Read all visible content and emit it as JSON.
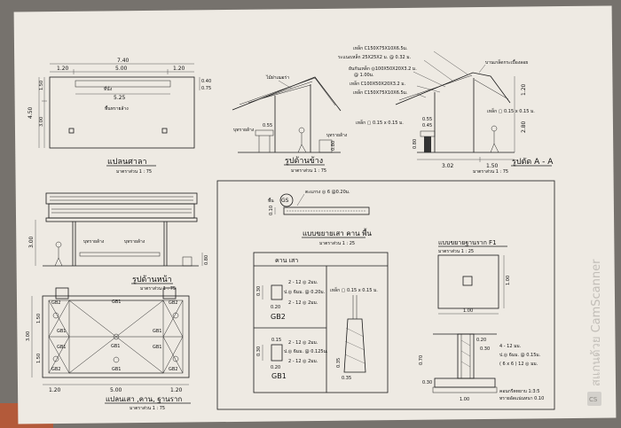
{
  "plan_hall": {
    "title": "แปลนศาลา",
    "scale": "มาตราส่วน      1 : 75",
    "dim_total": "7.40",
    "dim_left": "1.20",
    "dim_mid": "5.00",
    "dim_right": "1.20",
    "dim_bench": "5.25",
    "label_bench": "ที่นั่ง",
    "label_floor": "พื้นทรายล้าง",
    "dim_height": "4.50",
    "dim_height_a": "1.50",
    "dim_height_b": "3.00",
    "dim_r1": "0.40",
    "dim_r2": "0.75"
  },
  "side_elev": {
    "title": "รูปด้านข้าง",
    "scale": "มาตราส่วน      1 : 75",
    "label_roof": "ไม้ฝาเฌอร่า",
    "label_seat": "บุทรายล้าง",
    "label_seat2": "บุทรายล้าง",
    "dim_055": "0.55",
    "dim_080": "0.80"
  },
  "section_aa": {
    "title": "รูปตัด  A - A",
    "scale": "มาตราส่วน      1 : 75",
    "note1": "เหล็ก C150X75X10X6.5ม.",
    "note2": "ระแนงเหล็ก 25X25X2 ม. @ 0.32 ม.",
    "note3": "ยันกันเหล็ก ◎100X50X20X3.2 ม.",
    "note3b": "@ 1.00ม.",
    "note4": "เหล็ก C100X50X20X3.2 ม.",
    "note5": "เหล็ก C150X75X10X6.5ม.",
    "note6": "บานเกล็ดกระเบื้องลอย",
    "note7": "เหล็ก ▢ 0.15 x 0.15 ม.",
    "note8": "เหล็ก ▢ 0.15 x 0.15 ม.",
    "dim_302": "3.02",
    "dim_150": "1.50",
    "dim_120": "1.20",
    "dim_280": "2.80",
    "dim_055": "0.55",
    "dim_045": "0.45",
    "dim_080": "0.80"
  },
  "front_elev": {
    "title": "รูปด้านหน้า",
    "scale": "มาตราส่วน      1 : 75",
    "label_a": "บุทรายล้าง",
    "label_b": "บุทรายล้าง",
    "dim_300": "3.00",
    "dim_080": "0.80"
  },
  "foundation_plan": {
    "title": "แปลนเสา ,คาน, ฐานราก",
    "scale": "มาตราส่วน      1 : 75",
    "gb2_tl": "GB2",
    "gb2_tr": "GB2",
    "gb1_t": "GB1",
    "gb2_bl": "GB2",
    "gb2_br": "GB2",
    "gb1_l1": "GB1",
    "gb1_r1": "GB1",
    "gb1_l2": "GB1",
    "gb1_r2": "GB1",
    "gb1_c": "GB1",
    "gb1_b": "GB1",
    "dim_120a": "1.20",
    "dim_500": "5.00",
    "dim_120b": "1.20",
    "dim_300": "3.00",
    "dim_150a": "1.50",
    "dim_150b": "1.50"
  },
  "slab": {
    "tag": "GS",
    "tag_prefix": "พื้น",
    "note": "ตะแกรง ◎ 6 @0.20ม.",
    "dim": "0.10",
    "title": "แบบขยายเสา คาน พื้น",
    "scale": "มาตราส่วน      1 : 25"
  },
  "beam_table": {
    "header": "คาน  เสา",
    "gb2_name": "GB2",
    "gb2_n1": "2 - 12 ◎ 2มม.",
    "gb2_n2": "ป.◎ 6มม. @ 0.20ม.",
    "gb2_n3": "2 - 12 ◎ 2มม.",
    "gb2_d1": "0.30",
    "gb2_d2": "0.20",
    "gb1_name": "GB1",
    "gb1_n1": "2 - 12 ◎ 2มม.",
    "gb1_n2": "ป.◎ 6มม. @ 0.125ม.",
    "gb1_n3": "2 - 12 ◎ 2มม.",
    "gb1_d1": "0.15",
    "gb1_d2": "0.30",
    "gb1_d3": "0.20",
    "col_note": "เหล็ก ▢ 0.15 x 0.15 ม.",
    "col_d1": "0.35",
    "col_d2": "0.35"
  },
  "footing": {
    "title": "แบบขยายฐานราก F1",
    "scale": "มาตราส่วน      1 : 25",
    "dim_w": "1.00",
    "dim_h": "1.00",
    "dim_070": "0.70",
    "dim_030": "0.30",
    "dim_020": "0.20",
    "dim_030b": "0.30",
    "dim_100": "1.00",
    "n1": "4 - 12 มม.",
    "n2": "ป.◎ 6มม. @ 0.15ม.",
    "n3": "( 6 x 6 ) 12 ◎ มม.",
    "n4": "คอนกรีตหยาบ 1:3:5",
    "n5": "ทรายอัดแน่นหนา 0.10"
  },
  "watermark": "สแกนด้วย CamScanner",
  "watermark_badge": "CS"
}
